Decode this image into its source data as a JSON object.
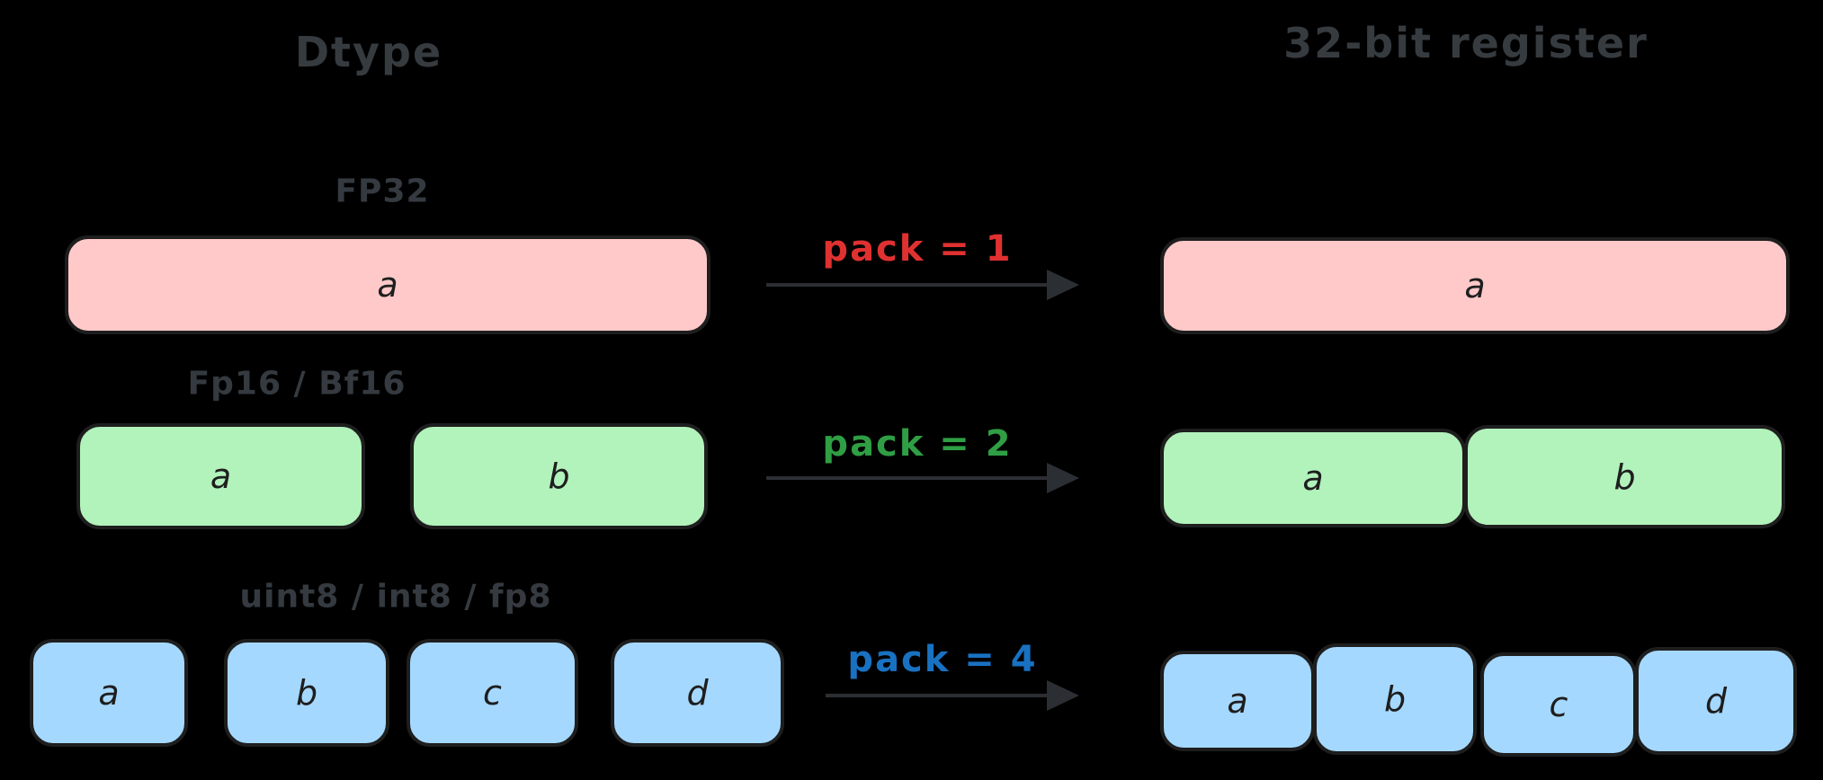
{
  "titles": {
    "left": "Dtype",
    "right": "32-bit register"
  },
  "colors": {
    "background": "#000000",
    "title_text": "#363b40",
    "row_label_text": "#343a40",
    "box_border": "#1e1e1e",
    "box_text": "#1e1e1e",
    "arrow": "#2b2e33",
    "pink_fill": "#ffc9c9",
    "green_fill": "#b2f2bb",
    "blue_fill": "#a5d8ff",
    "pack1_text": "#e03131",
    "pack2_text": "#2f9e44",
    "pack4_text": "#1971c2"
  },
  "rows": [
    {
      "dtype_label": "FP32",
      "fill": "#ffc9c9",
      "pack_label": "pack = 1",
      "pack_color": "#e03131",
      "dtype_boxes": [
        "a"
      ],
      "register_boxes": [
        "a"
      ]
    },
    {
      "dtype_label": "Fp16 / Bf16",
      "fill": "#b2f2bb",
      "pack_label": "pack = 2",
      "pack_color": "#2f9e44",
      "dtype_boxes": [
        "a",
        "b"
      ],
      "register_boxes": [
        "a",
        "b"
      ]
    },
    {
      "dtype_label": "uint8 / int8 / fp8",
      "fill": "#a5d8ff",
      "pack_label": "pack = 4",
      "pack_color": "#1971c2",
      "dtype_boxes": [
        "a",
        "b",
        "c",
        "d"
      ],
      "register_boxes": [
        "a",
        "b",
        "c",
        "d"
      ]
    }
  ]
}
